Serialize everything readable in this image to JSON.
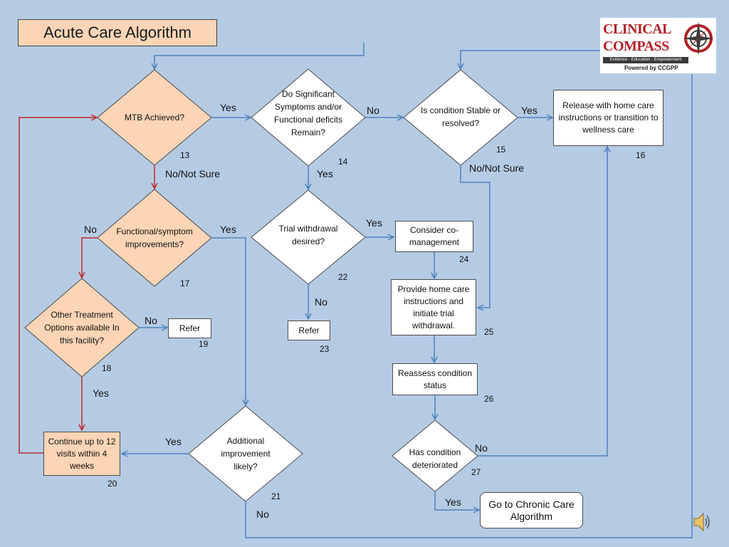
{
  "title": "Acute Care Algorithm",
  "logo": {
    "line1": "CLINICAL",
    "line2": "COMPASS",
    "tagline": "Evidence - Education - Empowerment",
    "powered": "Powered by CCGPP"
  },
  "colors": {
    "background": "#b5cbe4",
    "peach": "#fbd5b5",
    "blue_arrow": "#4f81bd",
    "red_arrow": "#c0282d"
  },
  "icons": [
    "speaker-icon",
    "compass-icon"
  ],
  "nodes": {
    "n13": {
      "text": "MTB Achieved?",
      "number": "13"
    },
    "n14": {
      "text": "Do Significant Symptoms and/or Functional deficits Remain?",
      "number": "14"
    },
    "n15": {
      "text": "Is condition Stable or resolved?",
      "number": "15"
    },
    "n16": {
      "text": "Release with home care instructions or transition to wellness care",
      "number": "16"
    },
    "n17": {
      "text": "Functional/symptom improvements?",
      "number": "17"
    },
    "n18": {
      "text": "Other Treatment Options available In this facility?",
      "number": "18"
    },
    "n19": {
      "text": "Refer",
      "number": "19"
    },
    "n20": {
      "text": "Continue up to 12 visits within 4 weeks",
      "number": "20"
    },
    "n21": {
      "text": "Additional improvement likely?",
      "number": "21"
    },
    "n22": {
      "text": "Trial withdrawal desired?",
      "number": "22"
    },
    "n23": {
      "text": "Refer",
      "number": "23"
    },
    "n24": {
      "text": "Consider co-management",
      "number": "24"
    },
    "n25": {
      "text": "Provide home care instructions and initiate trial withdrawal.",
      "number": "25"
    },
    "n26": {
      "text": "Reassess condition status",
      "number": "26"
    },
    "n27": {
      "text": "Has condition deteriorated",
      "number": "27"
    },
    "chronic": {
      "text": "Go to Chronic Care Algorithm"
    }
  },
  "edge_labels": {
    "e13_14": "Yes",
    "e13_17": "No/Not Sure",
    "e14_15": "No",
    "e14_22": "Yes",
    "e15_16": "Yes",
    "e15_25": "No/Not Sure",
    "e17_18": "No",
    "e17_21": "Yes",
    "e18_19": "No",
    "e18_20": "Yes",
    "e21_20": "Yes",
    "e21_no": "No",
    "e22_24": "Yes",
    "e22_23": "No",
    "e27_16": "No",
    "e27_chronic": "Yes"
  }
}
